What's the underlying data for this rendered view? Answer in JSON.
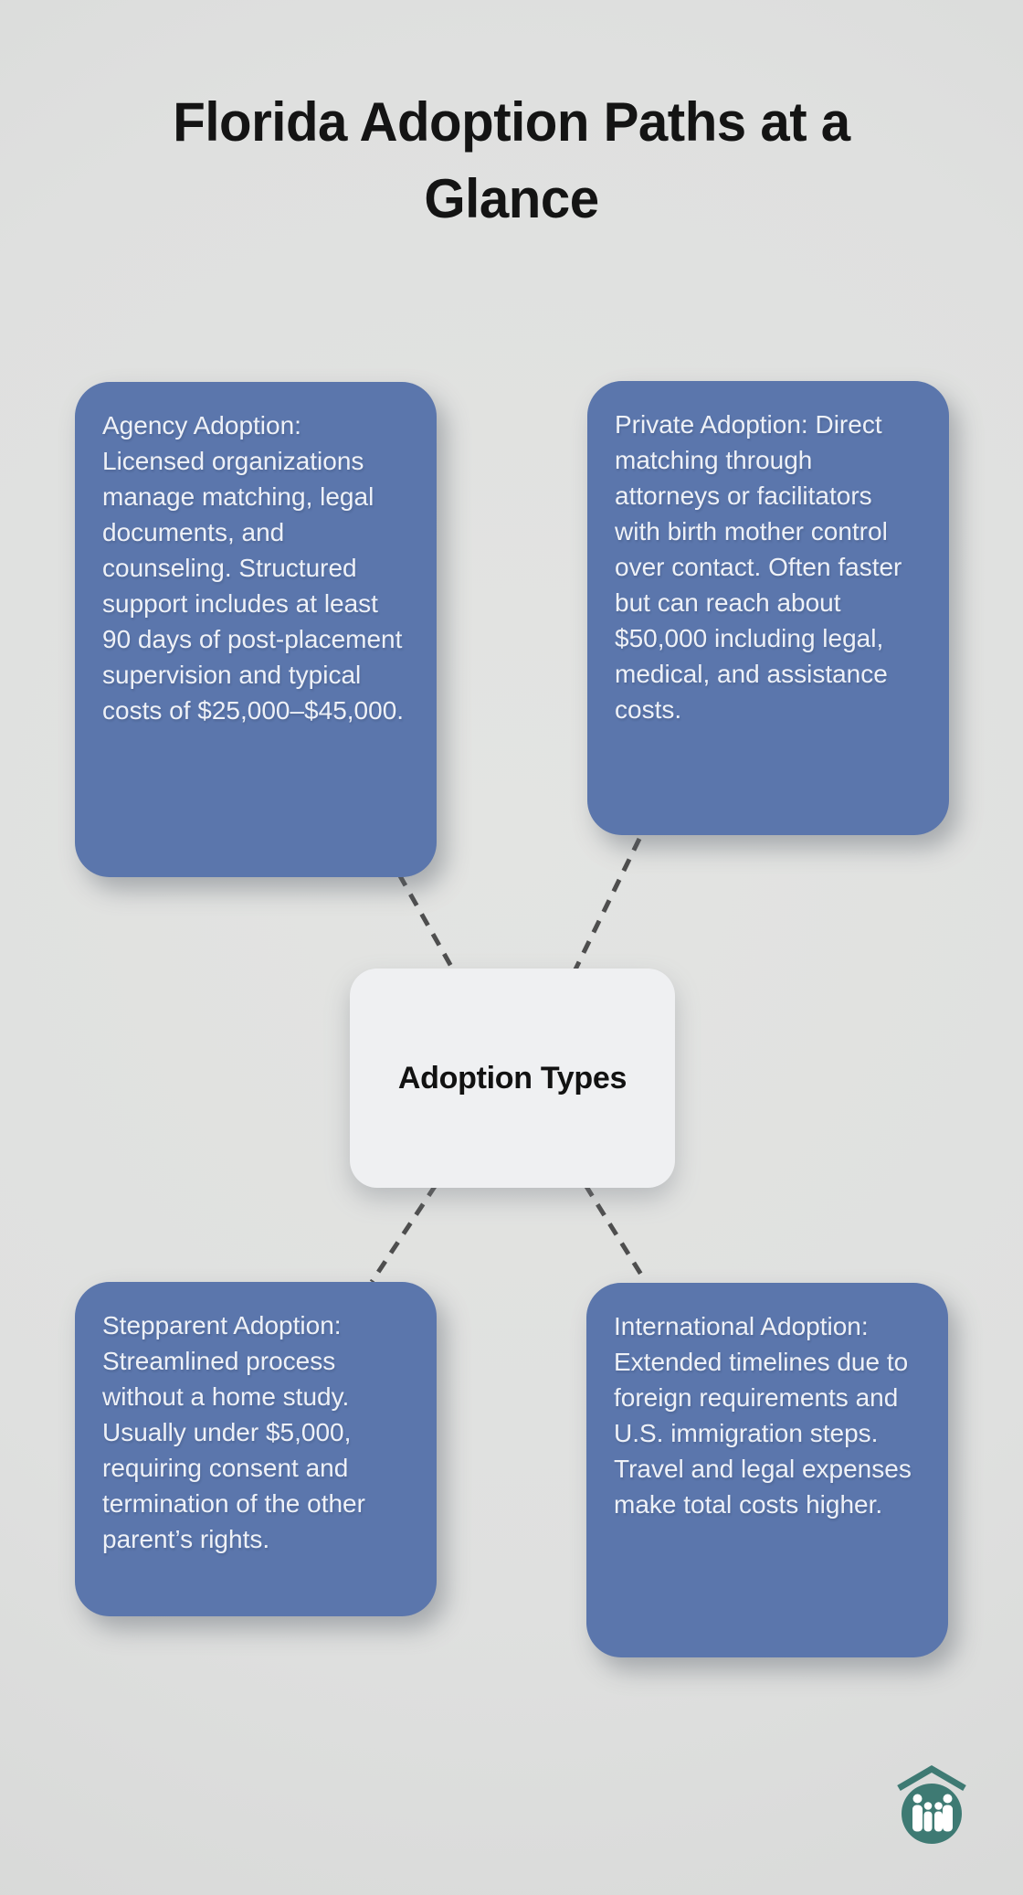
{
  "header": {
    "title": "Florida Adoption Paths at a Glance"
  },
  "center_node": {
    "label": "Adoption Types"
  },
  "branches": [
    {
      "name": "agency-adoption",
      "position": "top-left",
      "text": "Agency Adoption: Licensed organizations manage matching, legal documents, and counseling. Structured support includes at least 90 days of post-placement supervision and typical costs of $25,000–$45,000."
    },
    {
      "name": "private-adoption",
      "position": "top-right",
      "text": "Private Adoption: Direct matching through attorneys or facilitators with birth mother control over contact. Often faster but can reach about $50,000 including legal, medical, and assistance costs."
    },
    {
      "name": "stepparent-adoption",
      "position": "bottom-left",
      "text": "Stepparent Adoption: Streamlined process without a home study. Usually under $5,000, requiring consent and termination of the other parent’s rights."
    },
    {
      "name": "international-adoption",
      "position": "bottom-right",
      "text": "International Adoption: Extended timelines due to foreign requirements and U.S. immigration steps. Travel and legal expenses make total costs higher."
    }
  ],
  "logo": {
    "icon": "family-under-roof-icon"
  },
  "colors": {
    "background": "#dfe0df",
    "branch_card": "#5b76ac",
    "branch_text": "#eef1f7",
    "center_node_bg": "#eff0f2",
    "title_text": "#141414",
    "connector": "#4e4e4e",
    "logo_teal": "#3e7a73"
  }
}
